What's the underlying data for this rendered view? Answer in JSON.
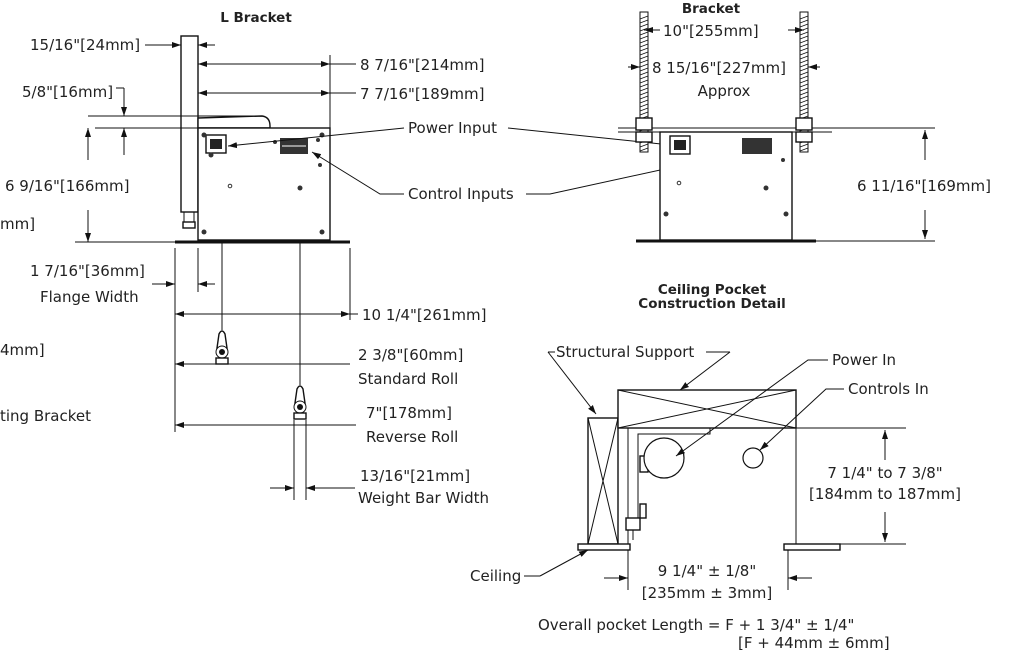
{
  "titles": {
    "l_bracket": "L Bracket",
    "bracket_partial": "Bracket",
    "ceiling_pocket_line1": "Ceiling Pocket",
    "ceiling_pocket_line2": "Construction Detail"
  },
  "left_view": {
    "d_15_16": "15/16\"[24mm]",
    "d_5_8": "5/8\"[16mm]",
    "d_8_7_16": "8 7/16\"[214mm]",
    "d_7_7_16": "7 7/16\"[189mm]",
    "d_6_9_16": "6 9/16\"[166mm]",
    "d_cut_mm": "mm]",
    "d_1_7_16": "1 7/16\"[36mm]",
    "flange_width": "Flange Width",
    "d_10_1_4": "10 1/4\"[261mm]",
    "d_cut_4mm": "4mm]",
    "d_2_3_8": "2 3/8\"[60mm]",
    "standard_roll": "Standard Roll",
    "cut_bracket": "ting Bracket",
    "d_7": "7\"[178mm]",
    "reverse_roll": "Reverse Roll",
    "d_13_16": "13/16\"[21mm]",
    "weight_bar_width": "Weight Bar Width"
  },
  "callouts": {
    "power_input": "Power Input",
    "control_inputs": "Control Inputs"
  },
  "right_view": {
    "d_10": "10\"[255mm]",
    "d_8_15_16": "8 15/16\"[227mm]",
    "approx": "Approx",
    "d_6_11_16": "6 11/16\"[169mm]"
  },
  "pocket": {
    "structural_support": "Structural Support",
    "power_in": "Power In",
    "controls_in": "Controls In",
    "height_line1": "7 1/4\" to 7 3/8\"",
    "height_line2": "[184mm to 187mm]",
    "ceiling": "Ceiling",
    "width_line1": "9 1/4\" ± 1/8\"",
    "width_line2": "[235mm ± 3mm]",
    "overall_line1": "Overall pocket Length = F + 1 3/4\" ± 1/4\"",
    "overall_line2": "[F + 44mm ± 6mm]"
  }
}
